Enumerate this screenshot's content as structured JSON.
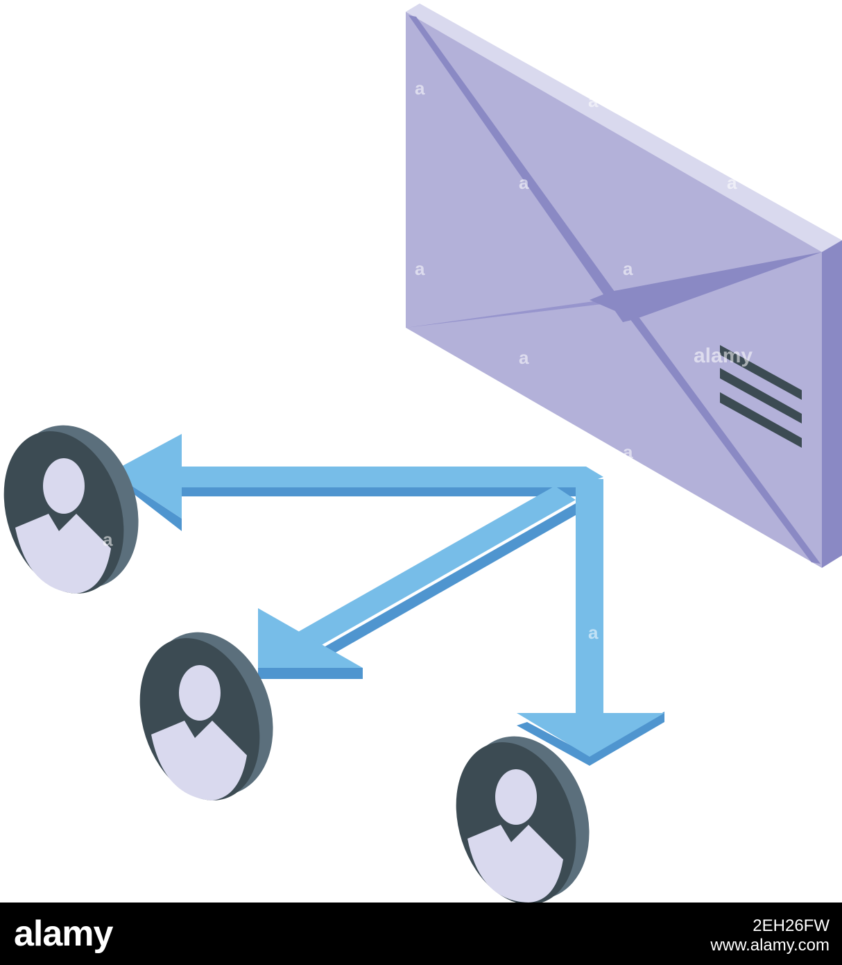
{
  "colors": {
    "background": "#ffffff",
    "envelope_face": "#b3b1d9",
    "envelope_top_edge": "#d9d9ee",
    "envelope_side_edge": "#8a89c4",
    "envelope_fold": "#8a89c4",
    "address_lines": "#3c4b53",
    "arrow_top": "#77bde8",
    "arrow_side": "#4f95cf",
    "avatar_disc": "#3c4b53",
    "avatar_rim": "#5b6f7c",
    "avatar_figure": "#d9d9ee",
    "footer_bg": "#000000"
  },
  "icons": {
    "envelope": "envelope-icon",
    "arrows": "branching-arrows-icon",
    "recipients": [
      "user-avatar-icon",
      "user-avatar-icon",
      "user-avatar-icon"
    ]
  },
  "watermark": {
    "mark": "a",
    "word": "alamy"
  },
  "footer": {
    "logo": "alamy",
    "image_code": "2EH26FW",
    "site": "www.alamy.com"
  }
}
